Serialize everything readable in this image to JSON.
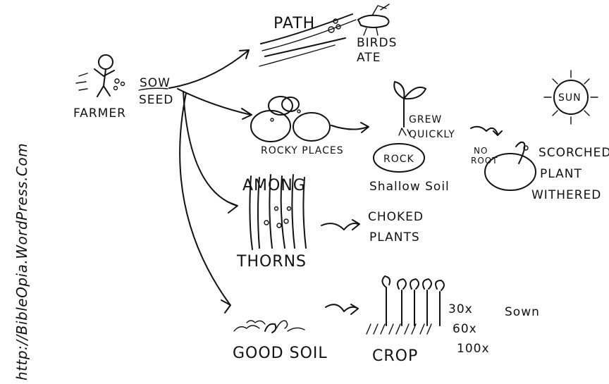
{
  "watermark": "http://BibleOpia.WordPress.Com",
  "farmer": {
    "label": "FARMER"
  },
  "sow": {
    "line1": "SOW",
    "line2": "SEED"
  },
  "path": {
    "title": "PATH",
    "result_line1": "BIRDS",
    "result_line2": "ATE"
  },
  "rocky": {
    "title": "ROCKY PLACES",
    "grew_line1": "GREW",
    "grew_line2": "QUICKLY",
    "rock_label": "ROCK",
    "shallow_soil": "Shallow Soil",
    "no_root_line1": "NO",
    "no_root_line2": "ROOT",
    "sun_label": "SUN",
    "scorched_line1": "SCORCHED",
    "scorched_line2": "PLANT",
    "scorched_line3": "WITHERED"
  },
  "thorns": {
    "title_top": "AMONG",
    "title_bottom": "THORNS",
    "result_line1": "CHOKED",
    "result_line2": "PLANTS"
  },
  "good": {
    "title": "GOOD SOIL",
    "crop": "CROP",
    "yield_1": "30x",
    "yield_2": "60x",
    "yield_3": "100x",
    "sown": "Sown"
  }
}
